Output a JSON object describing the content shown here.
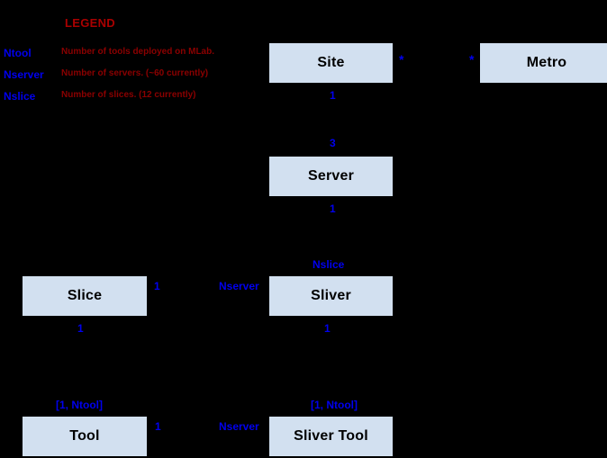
{
  "diagram": {
    "background_color": "#000000",
    "box_fill_color": "#d2e0f0",
    "box_border_color": "#000000",
    "annotation_color": "#0000ee",
    "legend_title_color": "#aa0000",
    "legend_text_color": "#8b0000"
  },
  "legend": {
    "title": "LEGEND",
    "entries": [
      {
        "key": "Ntool",
        "description": "Number of tools deployed on MLab."
      },
      {
        "key": "Nserver",
        "description": "Number of servers. (~60 currently)"
      },
      {
        "key": "Nslice",
        "description": "Number of slices. (12 currently)"
      }
    ]
  },
  "entities": [
    {
      "id": "site",
      "label": "Site"
    },
    {
      "id": "metro",
      "label": "Metro"
    },
    {
      "id": "server",
      "label": "Server"
    },
    {
      "id": "slice",
      "label": "Slice"
    },
    {
      "id": "sliver",
      "label": "Sliver"
    },
    {
      "id": "tool",
      "label": "Tool"
    },
    {
      "id": "sliver-tool",
      "label": "Sliver Tool"
    }
  ],
  "multiplicities": [
    {
      "id": "site-metro-left",
      "label": "*"
    },
    {
      "id": "site-metro-right",
      "label": "*"
    },
    {
      "id": "site-bottom",
      "label": "1"
    },
    {
      "id": "server-top",
      "label": "3"
    },
    {
      "id": "server-bottom",
      "label": "1"
    },
    {
      "id": "sliver-top",
      "label": "Nslice"
    },
    {
      "id": "sliver-left",
      "label": "Nserver"
    },
    {
      "id": "slice-right",
      "label": "1"
    },
    {
      "id": "slice-bottom",
      "label": "1"
    },
    {
      "id": "sliver-bottom",
      "label": "1"
    },
    {
      "id": "tool-top",
      "label": "[1, Ntool]"
    },
    {
      "id": "tool-right",
      "label": "1"
    },
    {
      "id": "sliver-tool-top",
      "label": "[1, Ntool]"
    },
    {
      "id": "sliver-tool-left",
      "label": "Nserver"
    }
  ]
}
